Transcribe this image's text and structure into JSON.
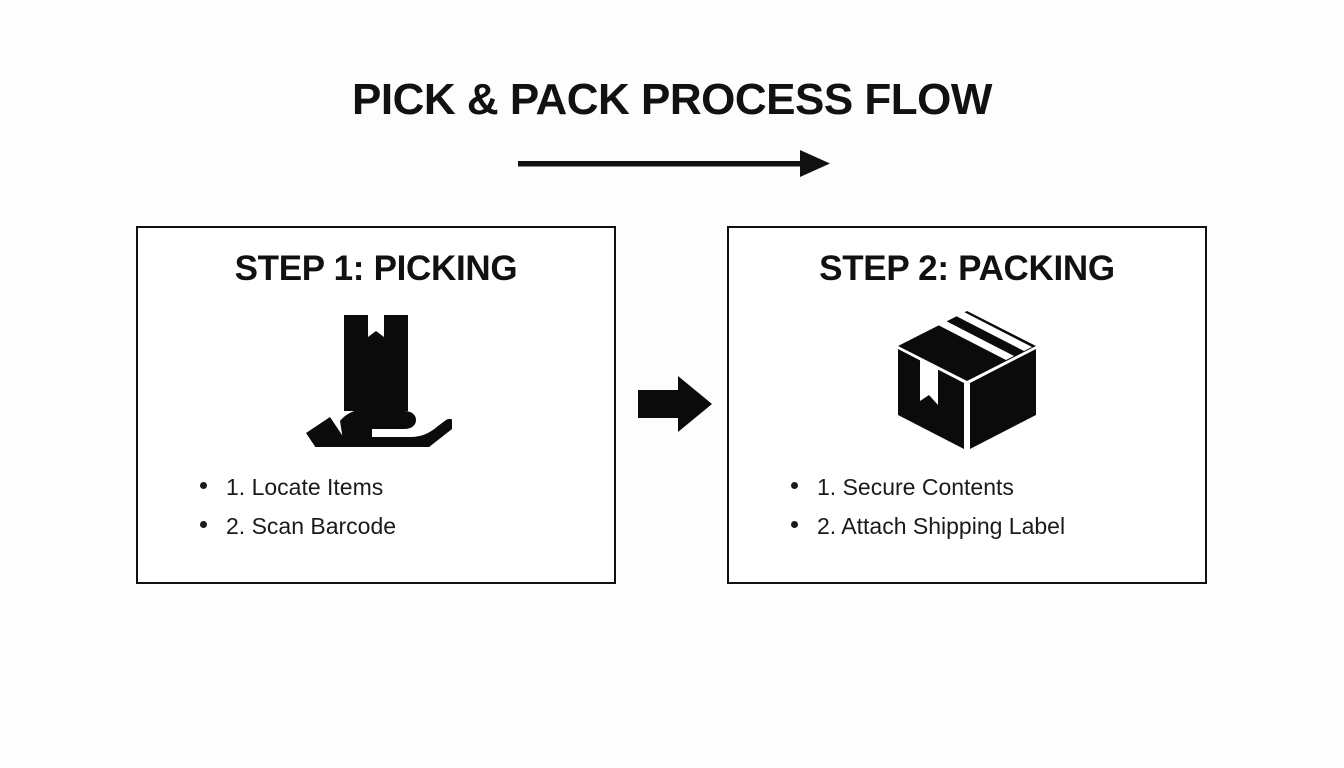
{
  "title": "PICK & PACK PROCESS FLOW",
  "flow_arrow": {
    "name": "process-direction-arrow",
    "direction": "left-to-right"
  },
  "connector_arrow": {
    "name": "step-connector-arrow",
    "direction": "right"
  },
  "colors": {
    "background": "#fdfdfd",
    "foreground": "#111111",
    "box_fill": "#ffffff",
    "box_border": "#111111",
    "text": "#1a1a1a"
  },
  "steps": [
    {
      "id": "step-1",
      "title": "STEP 1: PICKING",
      "icon": "hand-holding-box-icon",
      "items": [
        "1. Locate Items",
        "2. Scan Barcode"
      ]
    },
    {
      "id": "step-2",
      "title": "STEP 2: PACKING",
      "icon": "shipping-box-icon",
      "items": [
        "1. Secure Contents",
        "2. Attach Shipping Label"
      ]
    }
  ]
}
